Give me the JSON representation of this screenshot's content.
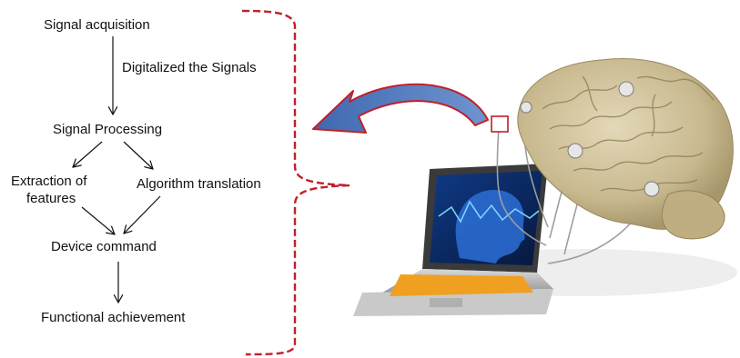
{
  "flow": {
    "signal_acquisition": "Signal acquisition",
    "digitalized": "Digitalized the Signals",
    "signal_processing": "Signal Processing",
    "extraction_line1": "Extraction of",
    "extraction_line2": "features",
    "algorithm_translation": "Algorithm translation",
    "device_command": "Device command",
    "functional_achievement": "Functional achievement"
  },
  "colors": {
    "bracket": "#c0202a",
    "arrow_fill": "#4a73b8",
    "arrow_outline": "#c0202a",
    "brain": "#cbbd98",
    "laptop_screen": "#0b2d6b",
    "keyboard": "#f0a020"
  },
  "illustration": {
    "subject": "brain-with-electrodes-connected-to-laptop"
  }
}
